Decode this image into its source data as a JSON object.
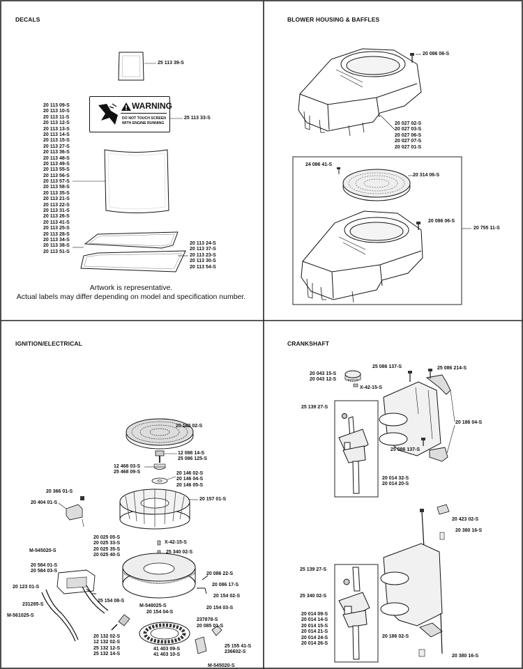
{
  "decals": {
    "title": "DECALS",
    "label_top": "25 113 39-S",
    "label_warning": "25 113 33-S",
    "warning": {
      "heading": "WARNING",
      "line1": "DO NOT TOUCH SCREEN",
      "line2": "WITH ENGINE RUNNING"
    },
    "left_list": [
      "20 113 09-S",
      "20 113 10-S",
      "20 113 11-S",
      "20 113 12-S",
      "20 113 13-S",
      "20 113 14-S",
      "20 113 15-S",
      "20 113 27-S",
      "20 113 36-S",
      "20 113 48-S",
      "20 113 49-S",
      "20 113 55-S",
      "20 113 56-S",
      "20 113 57-S",
      "20 113 58-S",
      "20 113 35-S",
      "20 113 21-S",
      "20 113 22-S",
      "20 113 31-S",
      "20 113 26-S",
      "20 113 41-S",
      "20 113 25-S",
      "20 113 28-S",
      "20 113 34-S",
      "20 113 38-S",
      "20 113 51-S"
    ],
    "right_list": [
      "20 113 24-S",
      "20 113 37-S",
      "20 113 23-S",
      "20 113 30-S",
      "20 113 54-S"
    ],
    "note_line1": "Artwork is representative.",
    "note_line2": "Actual labels may differ depending on model and specification number."
  },
  "blower": {
    "title": "BLOWER HOUSING & BAFFLES",
    "screw_top": "20 086 06-S",
    "housing_list": [
      "20 027 02-S",
      "20 027 03-S",
      "20 027 06-S",
      "20 027 07-S",
      "20 027 01-S"
    ],
    "screw_left": "24 086 41-S",
    "screen": "20 314 06-S",
    "screw_mid": "20 086 06-S",
    "assembly": "20 755 11-S"
  },
  "ignition": {
    "title": "IGNITION/ELECTRICAL",
    "l_screen": "20 162 02-S",
    "l_bolt": [
      "12 086 14-S",
      "25 086 125-S"
    ],
    "l_nut": [
      "12 468 03-S",
      "25 468 09-S"
    ],
    "l_washer": [
      "20 146 02-S",
      "20 146 04-S",
      "20 146 05-S"
    ],
    "l_flywheel": "20 157 01-S",
    "l_switch": [
      "20 366 01-S",
      "20 404 01-S"
    ],
    "l_key": "X-42-15-S",
    "l_keys_left": [
      "20 025 05-S",
      "20 025 33-S",
      "20 025 35-S",
      "20 025 40-S"
    ],
    "l_key2": "25 340 02-S",
    "l_m545": "M-545020-S",
    "l_coil": [
      "20 584 01-S",
      "20 584 03-S"
    ],
    "l_wire": "20 123 01-S",
    "l_clip": "25 154 08-S",
    "l_231285": "231285-S",
    "l_m561": "M-561025-S",
    "l_086_22": "20 086 22-S",
    "l_086_17": "20 086 17-S",
    "l_154_02": "20 154 02-S",
    "l_m548": "M-548025-S",
    "l_154_04": "20 154 04-S",
    "l_154_03": "20 154 03-S",
    "l_237878": "237878-S",
    "l_085_01": "20 085 01-S",
    "l_plug": [
      "20 132 02-S",
      "12 132 02-S",
      "25 132 12-S",
      "25 132 14-S"
    ],
    "l_rect": [
      "41 403 09-S",
      "41 403 10-S"
    ],
    "l_25155": [
      "25 155 41-S",
      "236602-S"
    ],
    "l_m545b": "M-545020-S"
  },
  "crank": {
    "title": "CRANKSHAFT",
    "gear": [
      "20 043 15-S",
      "20 043 12-S"
    ],
    "key": "X-42-15-S",
    "bolt1": "25 086 137-S",
    "bolt2": "25 086 214-S",
    "plug1": "25 139 27-S",
    "cw": "20 186 04-S",
    "bolt3": "25 086 137-S",
    "shaft1": [
      "20 014 32-S",
      "20 014 20-S"
    ],
    "cap": "20 423 02-S",
    "pin": "20 380 16-S",
    "plug2": "25 139 27-S",
    "key2": "25 340 02-S",
    "shaft2": [
      "20 014 09-S",
      "20 014 14-S",
      "20 014 15-S",
      "20 014 21-S",
      "20 014 24-S",
      "20 014 26-S"
    ],
    "cw2": "20 186 02-S",
    "pin2": "20 380 16-S"
  }
}
